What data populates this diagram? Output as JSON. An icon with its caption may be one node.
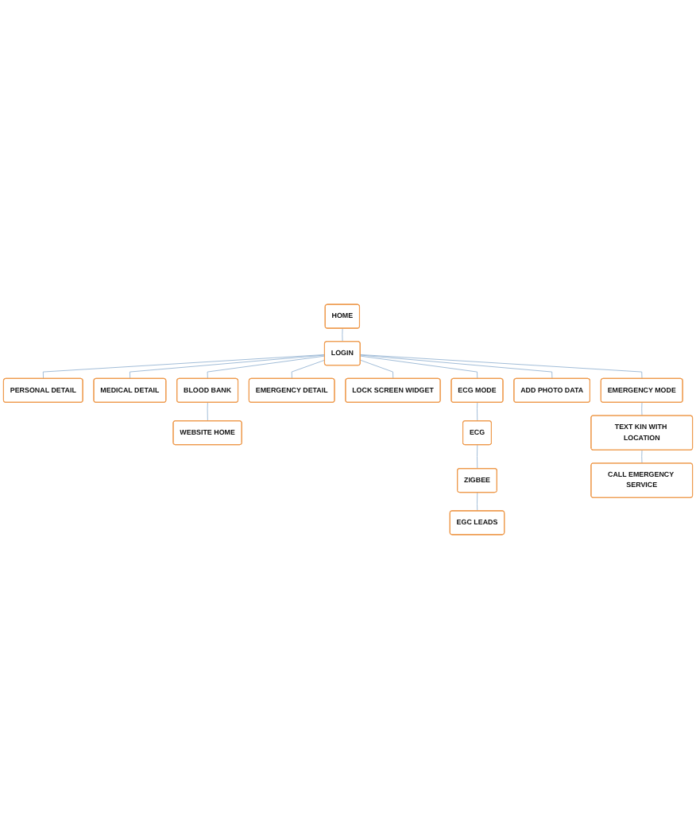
{
  "diagram": {
    "nodes": [
      {
        "text": [
          "HOME"
        ]
      },
      {
        "text": [
          "LOGIN"
        ]
      },
      {
        "text": [
          "PERSONAL DETAIL"
        ]
      },
      {
        "text": [
          "MEDICAL DETAIL"
        ]
      },
      {
        "text": [
          "BLOOD BANK"
        ]
      },
      {
        "text": [
          "EMERGENCY DETAIL"
        ]
      },
      {
        "text": [
          "WEBSITE HOME"
        ]
      },
      {
        "text": [
          "LOCK SCREEN WIDGET"
        ]
      },
      {
        "text": [
          "EMERGENCY MODE"
        ]
      },
      {
        "text": [
          "ADD PHOTO DATA"
        ]
      },
      {
        "text": [
          "TEXT KIN WITH LOCATION"
        ]
      },
      {
        "text": [
          "ECG"
        ]
      },
      {
        "text": [
          "ZIGBEE"
        ]
      },
      {
        "text": [
          "CALL EMERGENCY SERVICE"
        ]
      },
      {
        "text": [
          "EGC LEADS"
        ]
      },
      {
        "text": [
          "ECG MODE"
        ]
      }
    ],
    "edges": [
      {
        "from": 0,
        "to": 1,
        "arrow": "none"
      },
      {
        "from": 1,
        "to": 2,
        "arrow": "none"
      },
      {
        "from": 1,
        "to": 3,
        "arrow": "none"
      },
      {
        "from": 1,
        "to": 4,
        "arrow": "none"
      },
      {
        "from": 1,
        "to": 5,
        "arrow": "none"
      },
      {
        "from": 4,
        "to": 6,
        "arrow": "none"
      },
      {
        "from": 1,
        "to": 7,
        "arrow": "none"
      },
      {
        "from": 1,
        "to": 8,
        "arrow": "none"
      },
      {
        "from": 1,
        "to": 9,
        "arrow": "none"
      },
      {
        "from": 8,
        "to": 10,
        "arrow": "none"
      },
      {
        "from": 10,
        "to": 13,
        "arrow": "none"
      },
      {
        "from": 1,
        "to": 15,
        "arrow": "none"
      },
      {
        "from": 15,
        "to": 11,
        "arrow": "none"
      },
      {
        "from": 11,
        "to": 12,
        "arrow": "none"
      },
      {
        "from": 12,
        "to": 14,
        "arrow": "none"
      }
    ]
  }
}
